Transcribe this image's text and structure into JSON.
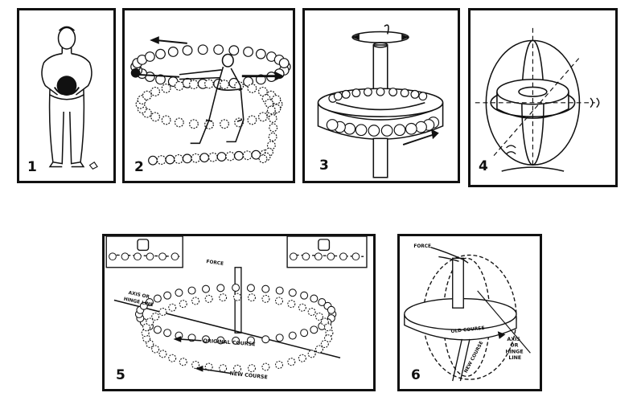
{
  "panels": [
    {
      "number": "1"
    },
    {
      "number": "2"
    },
    {
      "number": "3"
    },
    {
      "number": "4"
    },
    {
      "number": "5",
      "labels": {
        "force": "FORCE",
        "axis_l1": "AXIS OR",
        "axis_l2": "HINGE LINE",
        "original_course": "ORIGINAL COURSE",
        "new_course": "NEW COURSE"
      }
    },
    {
      "number": "6",
      "labels": {
        "force": "FORCE",
        "old_course": "OLD COURSE",
        "new_course": "NEW COURSE",
        "axis_l1": "AXIS",
        "axis_l2": "OR",
        "axis_l3": "HINGE",
        "axis_l4": "LINE"
      }
    }
  ]
}
